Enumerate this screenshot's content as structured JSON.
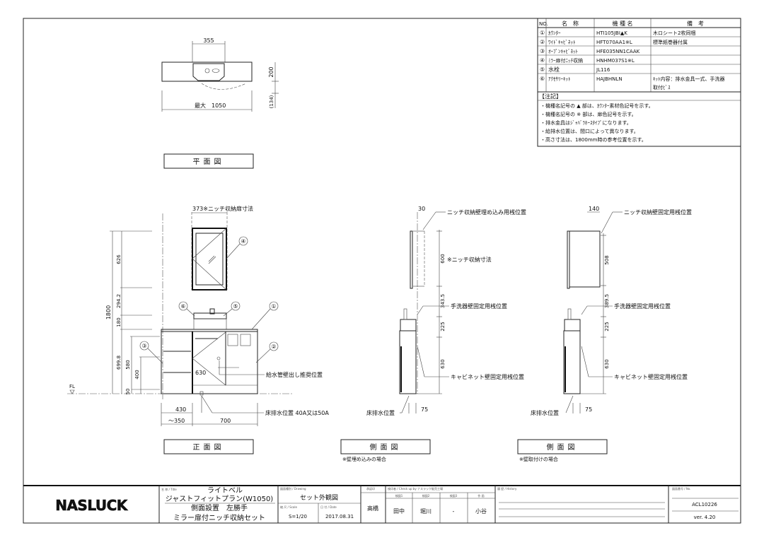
{
  "parts_table": {
    "headers": [
      "NO.",
      "名　称",
      "機 種 名",
      "備　考"
    ],
    "rows": [
      {
        "no": "①",
        "name": "ｶｳﾝﾀｰ",
        "model": "HTI105JBI▲K",
        "note": "木ロシート2枚同梱",
        "note2": ""
      },
      {
        "no": "②",
        "name": "ﾜｲﾄﾞｷｬﾋﾞﾈｯﾄ",
        "model": "HFT070AA1※L",
        "note": "標準紙巻器付属",
        "note2": ""
      },
      {
        "no": "③",
        "name": "ｵｰﾌﾟﾝｷｬﾋﾞﾈｯﾄ",
        "model": "HFE035NN1CAAK",
        "note": "",
        "note2": ""
      },
      {
        "no": "④",
        "name": "ﾐﾗｰ扉付ﾆｯﾁ収納",
        "model": "HNHM037S1※L",
        "note": "",
        "note2": ""
      },
      {
        "no": "⑤",
        "name": "水栓",
        "model": "JL116",
        "note": "",
        "note2": ""
      },
      {
        "no": "⑥",
        "name": "ｱｸｾｻﾘｰｷｯﾄ",
        "model": "HAJBHNLN",
        "note": "ｷｯﾄ内容：排水金具一式、手洗器",
        "note2": "取付ﾋﾞｽ"
      }
    ],
    "notes_title": "【注記】",
    "notes": [
      "・機種名記号の ▲ 部は、ｶｳﾝﾀｰ素材色記号を示す。",
      "・機種名記号の ※ 部は、扉色記号を示す。",
      "・排水金具はｼﾞｬﾊﾞﾗﾎｰｽﾀｲﾌﾟになります。",
      "・給排水位置は、間口によって異なります。",
      "・高さ寸法は、1800mm時の参考位置を示す。"
    ]
  },
  "plan_view": {
    "dim_top": "355",
    "dim_width": "最大　1050",
    "dim_depth": "200",
    "dim_extra": "(134)",
    "label": "平面図"
  },
  "front_view": {
    "dim_mirror": "373※ニッチ収納扉寸法",
    "dims_v": [
      "1800",
      "626",
      "294.2",
      "180",
      "699.8",
      "580",
      "400",
      "50"
    ],
    "dim_630": "630",
    "dim_430": "430",
    "dim_350": "～350",
    "dim_700": "700",
    "fl": "FL",
    "callouts": [
      "①",
      "②",
      "③",
      "④",
      "⑤",
      "⑥"
    ],
    "note_water": "給水管壁出し推奨位置",
    "note_drain": "床排水位置 40A又は50A",
    "label": "正面図"
  },
  "side_view_1": {
    "dim_top": "30",
    "dims_v": [
      "600",
      "343.5",
      "225",
      "630"
    ],
    "dim_75": "75",
    "note_niche": "ニッチ収納壁埋め込み用桟位置",
    "note_size": "※ニッチ収納寸法",
    "note_basin": "手洗器壁固定用桟位置",
    "note_cab": "キャビネット壁固定用桟位置",
    "note_drain": "床排水位置",
    "label": "側面図",
    "caption": "※壁埋め込みの場合"
  },
  "side_view_2": {
    "dim_top": "140",
    "dims_v": [
      "508",
      "389.5",
      "225",
      "630"
    ],
    "dim_75": "75",
    "note_niche": "ニッチ収納壁固定用桟位置",
    "note_basin": "手洗器壁固定用桟位置",
    "note_cab": "キャビネット壁固定用桟位置",
    "note_drain": "床排水位置",
    "label": "側面図",
    "caption": "※壁取付けの場合"
  },
  "title_block": {
    "logo": "NASLUCK",
    "title_caption": "名 称 / Title",
    "title_lines": [
      "ライトベル",
      "ジャストフィットプラン(W1050)",
      "側面設置　左勝手",
      "ミラー扉付ニッチ収納セット"
    ],
    "drawing_caption": "図面種別 / Drawing",
    "drawing": "セット外観図",
    "scale_caption": "縮 尺 / Scale",
    "scale": "S=1/20",
    "date_caption": "日 付 / Date",
    "date": "2017.08.31",
    "drawn_caption": "承認印",
    "drawn": "高橋",
    "check_caption": "検印者 / Check up by ナスラック販売工場",
    "check_heads": [
      "検図1",
      "検図2",
      "検図3",
      "作 画"
    ],
    "check_names": [
      "田中",
      "堀川",
      "-",
      "小谷"
    ],
    "history_caption": "履 歴 / History",
    "no_caption": "図面番号 / No.",
    "no": "ACL10226",
    "version": "ver. 4.20"
  }
}
